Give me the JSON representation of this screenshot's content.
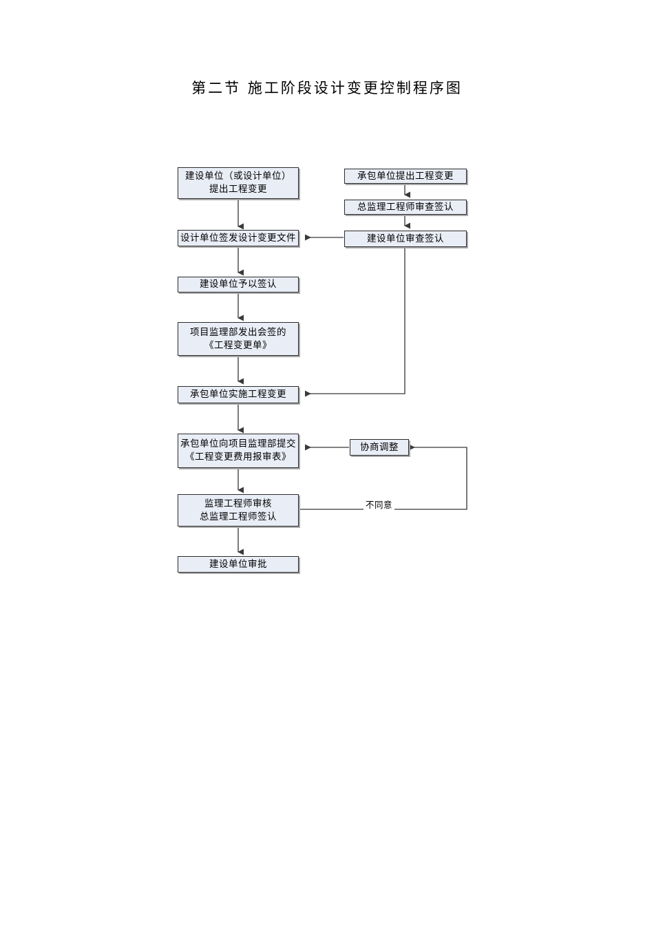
{
  "document": {
    "title": "第二节  施工阶段设计变更控制程序图"
  },
  "flowchart": {
    "nodes": [
      {
        "id": "owner-initiate",
        "label": "建设单位（或设计单位）\n提出工程变更"
      },
      {
        "id": "contractor-initiate",
        "label": "承包单位提出工程变更"
      },
      {
        "id": "chief-engineer-review",
        "label": "总监理工程师审查签认"
      },
      {
        "id": "owner-review",
        "label": "建设单位审查签认"
      },
      {
        "id": "designer-issue",
        "label": "设计单位签发设计变更文件"
      },
      {
        "id": "owner-confirm",
        "label": "建设单位予以签认"
      },
      {
        "id": "supervision-issue",
        "label": "项目监理部发出会签的\n《工程变更单》"
      },
      {
        "id": "contractor-execute",
        "label": "承包单位实施工程变更"
      },
      {
        "id": "contractor-submit",
        "label": "承包单位向项目监理部提交\n《工程变更费用报审表》"
      },
      {
        "id": "negotiate-adjust",
        "label": "协商调整"
      },
      {
        "id": "engineer-audit",
        "label": "监理工程师审核\n总监理工程师签认"
      },
      {
        "id": "owner-approve",
        "label": "建设单位审批"
      }
    ],
    "edge_labels": [
      {
        "id": "disagree",
        "label": "不同意"
      }
    ],
    "colors": {
      "node_fill": "#e9edf6",
      "node_border": "#2b2b2b",
      "node_shadow": "#a9a9a9",
      "connector": "#595959",
      "text": "#000000",
      "page_background": "#ffffff"
    }
  }
}
